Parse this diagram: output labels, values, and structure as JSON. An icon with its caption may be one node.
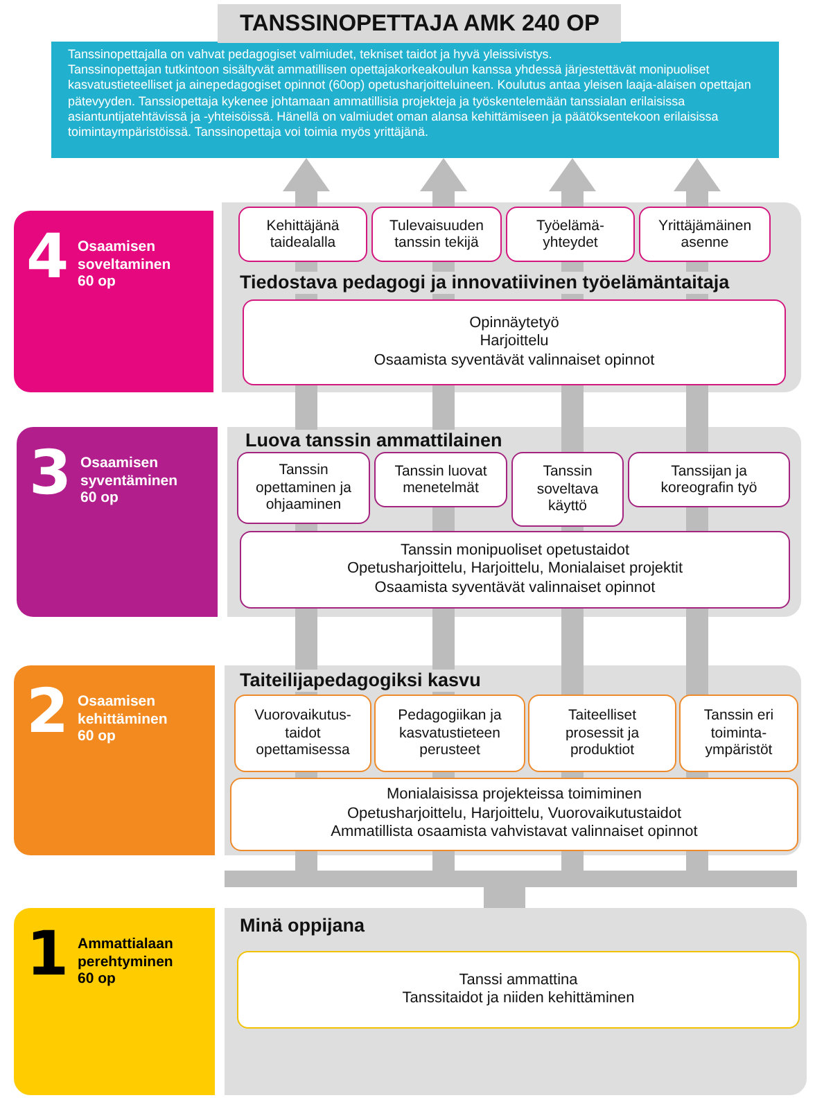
{
  "diagram": {
    "title": "TANSSINOPETTAJA AMK 240 OP",
    "nodes": [
      {
        "text": [
          "Tanssinopettajalla on vahvat pedagogiset valmiudet, tekniset taidot ja hyvä yleissivistys.",
          "Tanssinopettajan tutkintoon sisältyvät ammatillisen opettajakorkeakoulun kanssa yhdessä järjestettävät monipuoliset kasvatustieteelliset ja ainepedagogiset opinnot (60op) opetusharjoitteluineen. Koulutus antaa yleisen laaja-alaisen opettajan pätevyyden. Tanssiopettaja kykenee johtamaan ammatillisia projekteja ja työskentelemään tanssialan erilaisissa asiantuntijatehtävissä ja -yhteisöissä. Hänellä on valmiudet oman alansa kehittämiseen ja päätöksentekoon erilaisissa toimintaympäristöissä. Tanssinopettaja voi toimia myös yrittäjänä."
        ]
      },
      {
        "text": [
          "4",
          "Osaamisen soveltaminen 60 op"
        ]
      },
      {
        "text": [
          "Tiedostava pedagogi ja innovatiivinen työelämäntaitaja"
        ]
      },
      {
        "text": [
          "Kehittäjänä taidealalla"
        ],
        "in": 2
      },
      {
        "text": [
          "Tulevaisuuden tanssin tekijä"
        ],
        "in": 2
      },
      {
        "text": [
          "Työelämä-yhteydet"
        ],
        "in": 2
      },
      {
        "text": [
          "Yrittäjämäinen asenne"
        ],
        "in": 2
      },
      {
        "text": [
          "Opinnäytetyö",
          "Harjoittelu",
          "Osaamista syventävät valinnaiset opinnot"
        ],
        "in": 2
      },
      {
        "text": [
          "3",
          "Osaamisen syventäminen 60 op"
        ]
      },
      {
        "text": [
          "Luova tanssin ammattilainen"
        ]
      },
      {
        "text": [
          "Tanssin opettaminen ja ohjaaminen"
        ],
        "in": 9
      },
      {
        "text": [
          "Tanssin luovat menetelmät"
        ],
        "in": 9
      },
      {
        "text": [
          "Tanssin soveltava käyttö"
        ],
        "in": 9
      },
      {
        "text": [
          "Tanssijan ja koreografin työ"
        ],
        "in": 9
      },
      {
        "text": [
          "Tanssin monipuoliset opetustaidot",
          "Opetusharjoittelu, Harjoittelu, Monialaiset projektit",
          "Osaamista syventävät valinnaiset opinnot"
        ],
        "in": 9
      },
      {
        "text": [
          "2",
          "Osaamisen kehittäminen 60 op"
        ]
      },
      {
        "text": [
          "Taiteilijapedagogiksi kasvu"
        ]
      },
      {
        "text": [
          "Vuorovaikutus-taidot opettamisessa"
        ],
        "in": 16
      },
      {
        "text": [
          "Pedagogiikan ja kasvatustieteen perusteet"
        ],
        "in": 16
      },
      {
        "text": [
          "Taiteelliset prosessit ja produktiot"
        ],
        "in": 16
      },
      {
        "text": [
          "Tanssin eri toiminta-ympäristöt"
        ],
        "in": 16
      },
      {
        "text": [
          "Monialaisissa projekteissa toimiminen",
          "Opetusharjoittelu, Harjoittelu, Vuorovaikutustaidot",
          "Ammatillista osaamista vahvistavat valinnaiset opinnot"
        ],
        "in": 16
      },
      {
        "text": [
          "1",
          "Ammattialaan perehtyminen 60 op"
        ]
      },
      {
        "text": [
          "Minä oppijana"
        ]
      },
      {
        "text": [
          "Tanssi ammattina",
          "Tanssitaidot ja niiden kehittäminen"
        ],
        "in": 23
      }
    ],
    "edges": [
      {
        "from": 3,
        "to": 0,
        "arrow": "to"
      },
      {
        "from": 4,
        "to": 0,
        "arrow": "to"
      },
      {
        "from": 5,
        "to": 0,
        "arrow": "to"
      },
      {
        "from": 6,
        "to": 0,
        "arrow": "to"
      }
    ]
  }
}
